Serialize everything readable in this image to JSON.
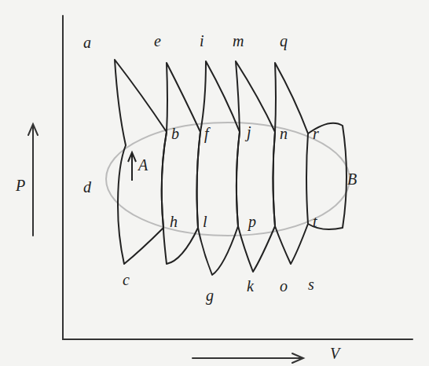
{
  "diagram": {
    "labels": [
      "a",
      "e",
      "i",
      "m",
      "q",
      "b",
      "f",
      "j",
      "n",
      "r",
      "d",
      "A",
      "h",
      "l",
      "p",
      "t",
      "c",
      "g",
      "k",
      "o",
      "s",
      "B",
      "P",
      "V"
    ]
  }
}
